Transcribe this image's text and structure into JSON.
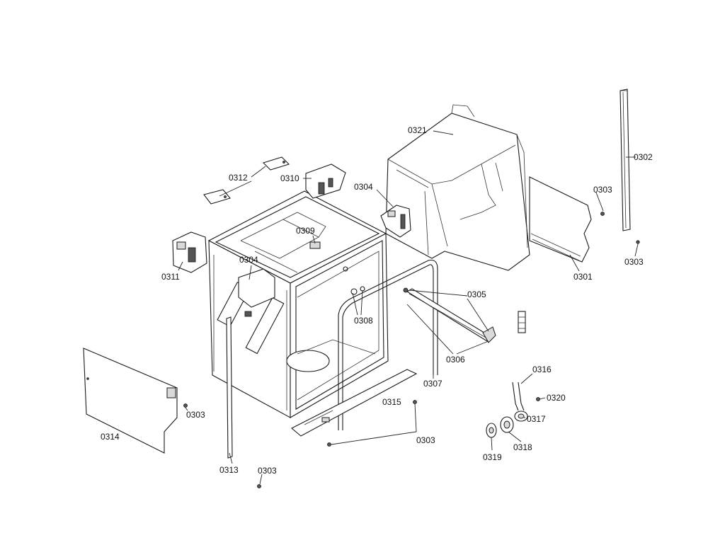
{
  "labels": {
    "p0301": "0301",
    "p0302": "0302",
    "p0303_right_top": "0303",
    "p0303_right_bottom": "0303",
    "p0303_panel": "0303",
    "p0303_bottom_center": "0303",
    "p0303_bottom_left": "0303",
    "p0304_top": "0304",
    "p0304_side": "0304",
    "p0305": "0305",
    "p0306": "0306",
    "p0307": "0307",
    "p0308": "0308",
    "p0309": "0309",
    "p0310": "0310",
    "p0311": "0311",
    "p0312": "0312",
    "p0313": "0313",
    "p0314": "0314",
    "p0315": "0315",
    "p0316": "0316",
    "p0317": "0317",
    "p0318": "0318",
    "p0319": "0319",
    "p0320": "0320",
    "p0321": "0321"
  }
}
